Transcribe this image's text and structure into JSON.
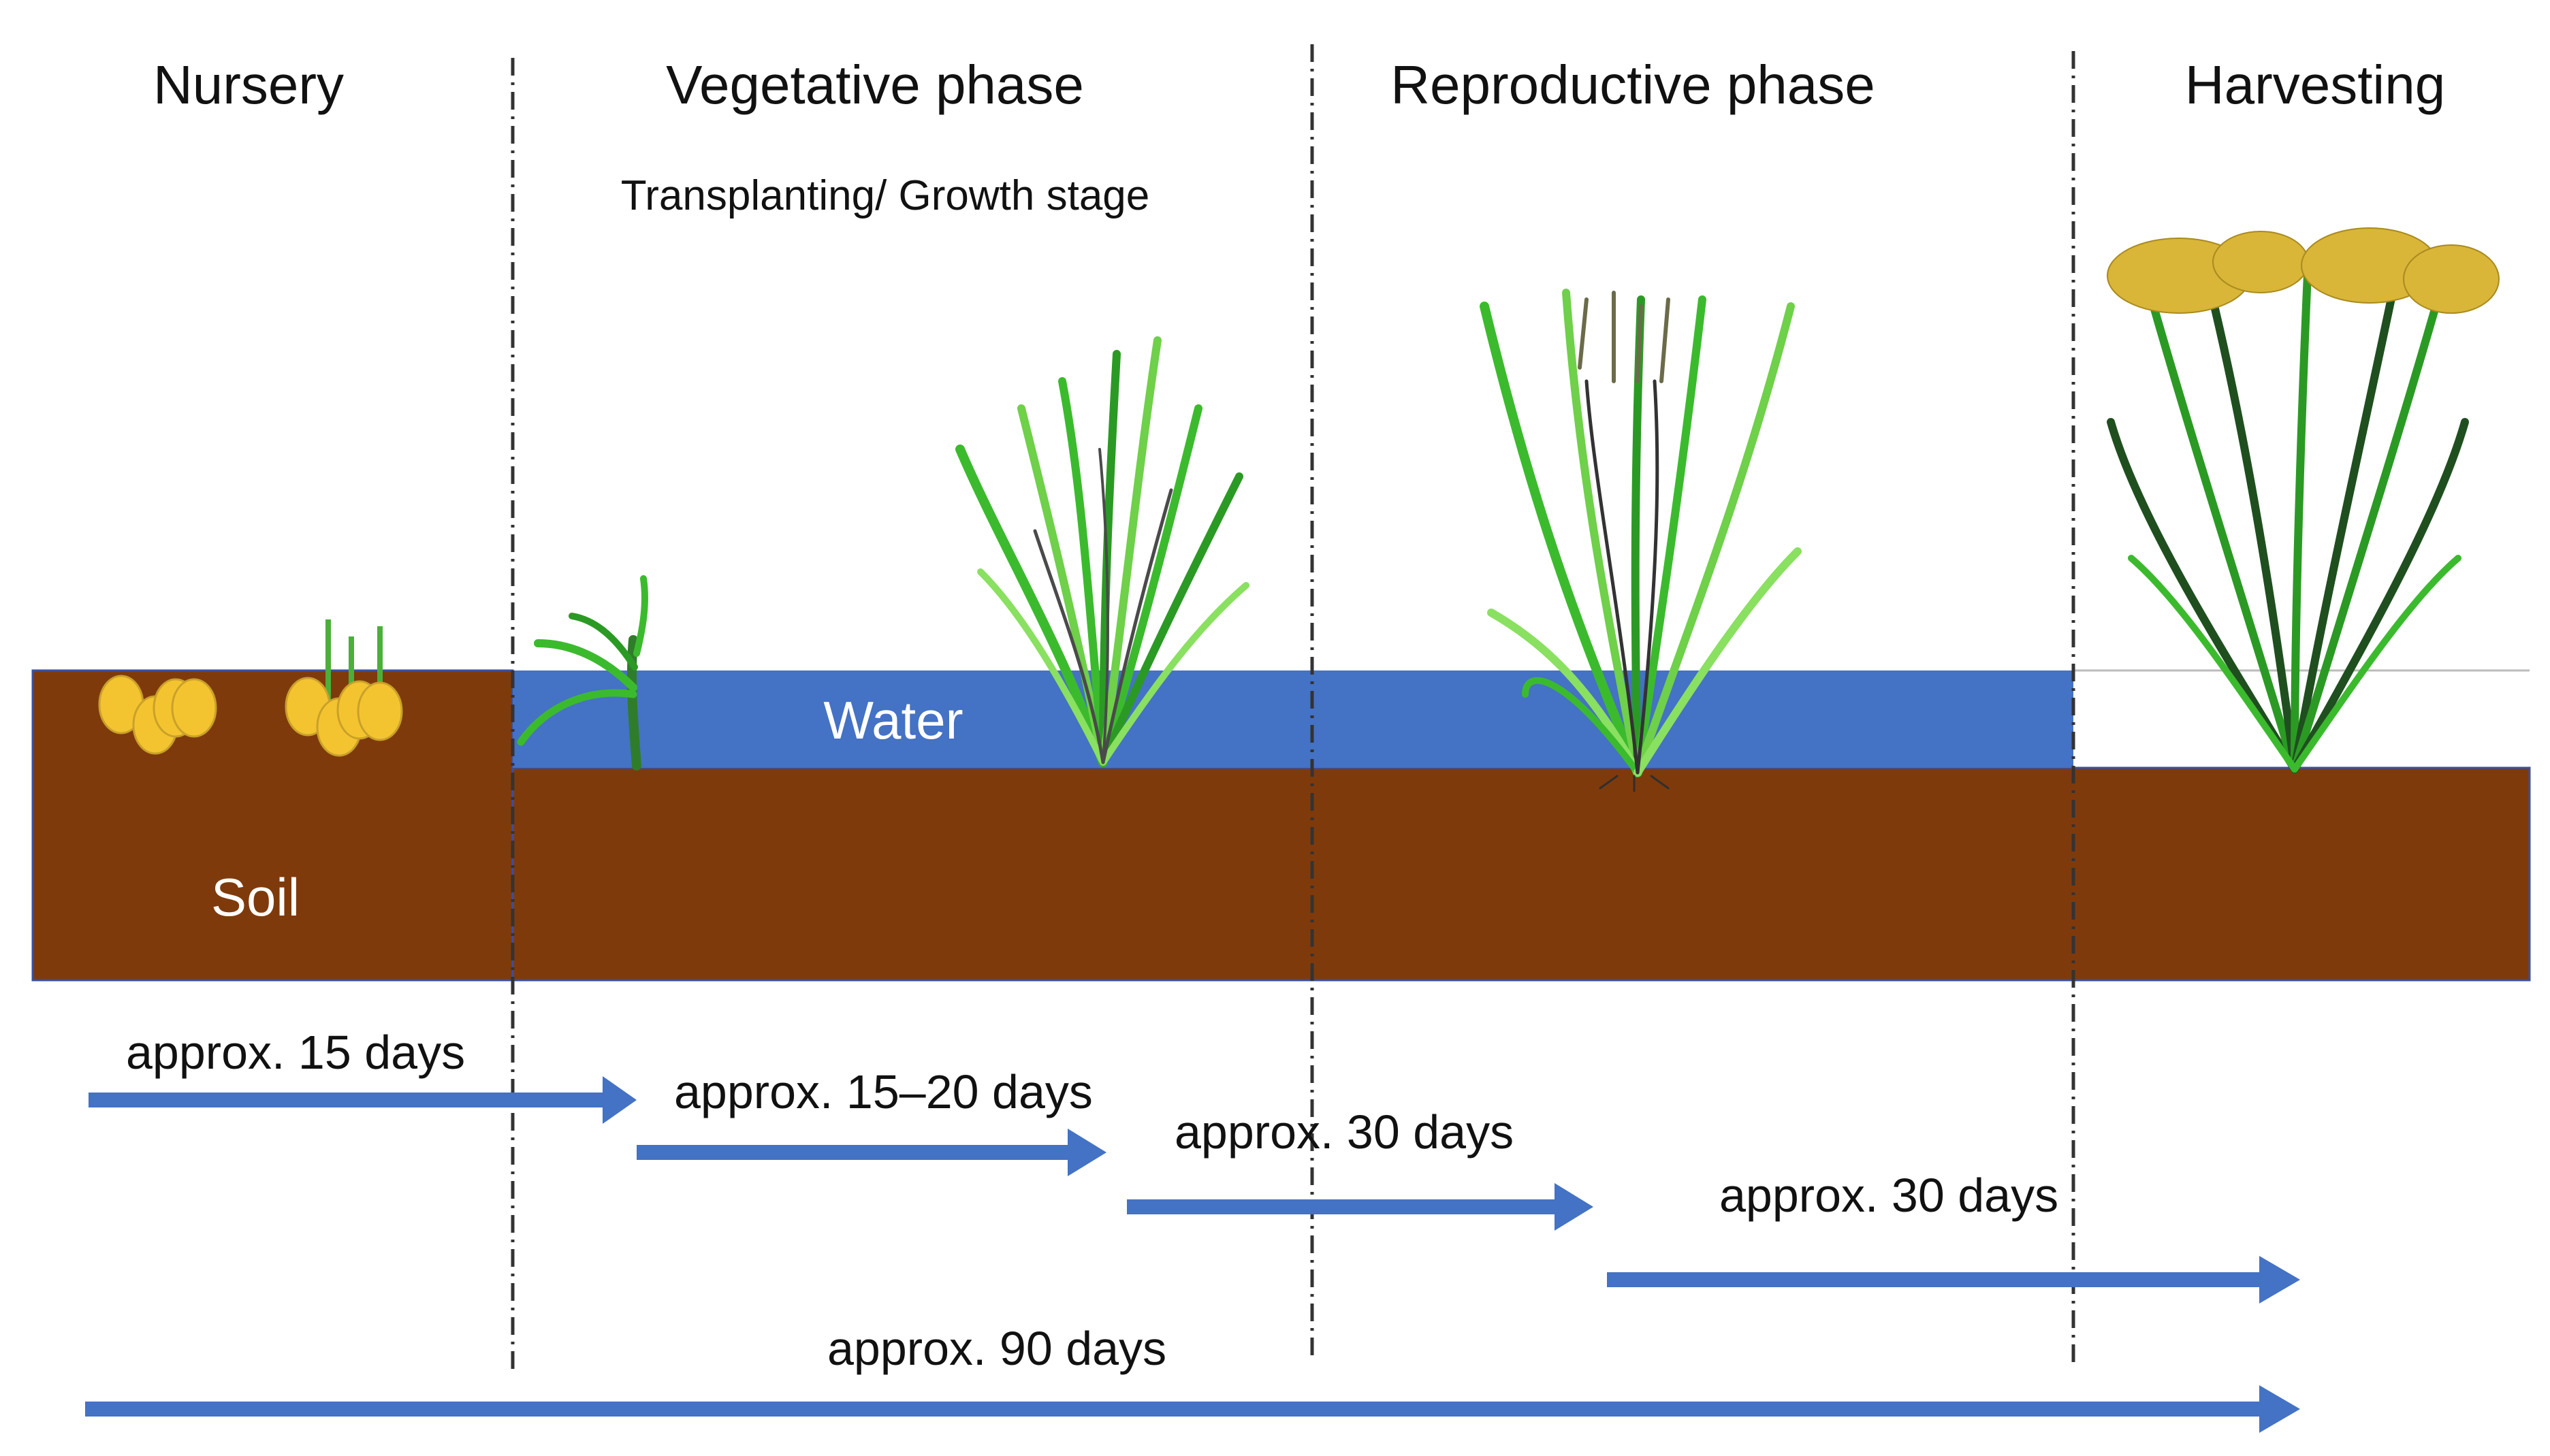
{
  "phases": [
    {
      "title": "Nursery"
    },
    {
      "title": "Vegetative phase",
      "subtitle": "Transplanting/ Growth stage"
    },
    {
      "title": "Reproductive phase"
    },
    {
      "title": "Harvesting"
    }
  ],
  "labels": {
    "water": "Water",
    "soil": "Soil"
  },
  "durations": [
    "approx. 15 days",
    "approx. 15–20 days",
    "approx. 30 days",
    "approx. 30 days",
    "approx. 90 days"
  ],
  "colors": {
    "soil": "#7f3a0c",
    "water": "#4472c4",
    "arrow": "#4472c4",
    "seed": "#f4c430",
    "leaf": "#3cba2e",
    "leaf_dark": "#1f4f1f",
    "grain": "#d9b638"
  },
  "icons": [
    "seed-icon",
    "seedling-icon",
    "rice-plant-icon",
    "flowering-rice-plant-icon",
    "mature-rice-plant-icon"
  ]
}
